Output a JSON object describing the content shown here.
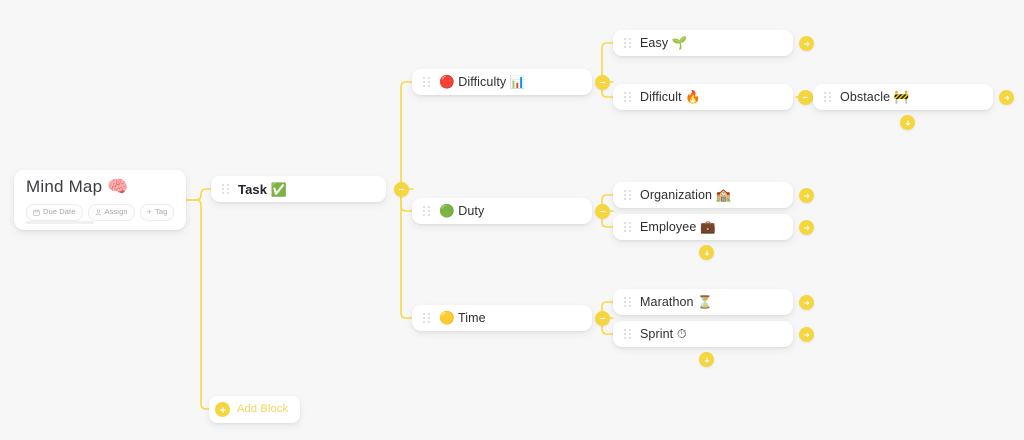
{
  "canvas": {
    "background_color": "#f7f7f7",
    "accent_color": "#f5d63f",
    "connector_color": "#f7d94c"
  },
  "root": {
    "title": "Mind Map 🧠",
    "chips": [
      {
        "id": "due-date",
        "label": "Due Date",
        "icon": "calendar-icon"
      },
      {
        "id": "assign",
        "label": "Assign",
        "icon": "person-icon"
      },
      {
        "id": "tag",
        "label": "Tag",
        "icon": "plus-icon"
      }
    ]
  },
  "nodes": {
    "task": {
      "label": "Task ✅",
      "toggle": "collapse"
    },
    "difficulty": {
      "label": "🔴 Difficulty 📊",
      "toggle": "collapse"
    },
    "duty": {
      "label": "🟢 Duty",
      "toggle": "collapse"
    },
    "time": {
      "label": "🟡 Time",
      "toggle": "collapse"
    },
    "easy": {
      "label": "Easy 🌱",
      "toggle": "expand"
    },
    "difficult": {
      "label": "Difficult 🔥",
      "toggle": "collapse"
    },
    "obstacle": {
      "label": "Obstacle 🚧",
      "toggle": "expand"
    },
    "organization": {
      "label": "Organization 🏫",
      "toggle": "expand"
    },
    "employee": {
      "label": "Employee 💼",
      "toggle": "expand"
    },
    "marathon": {
      "label": "Marathon ⏳",
      "toggle": "expand"
    },
    "sprint": {
      "label": "Sprint ⏱",
      "toggle": "expand"
    }
  },
  "add_buttons": {
    "obstacle_add": "add-sibling-below",
    "duty_add": "add-sibling-below",
    "time_add": "add-sibling-below"
  },
  "add_block": {
    "label": "Add Block",
    "icon": "plus-icon"
  }
}
